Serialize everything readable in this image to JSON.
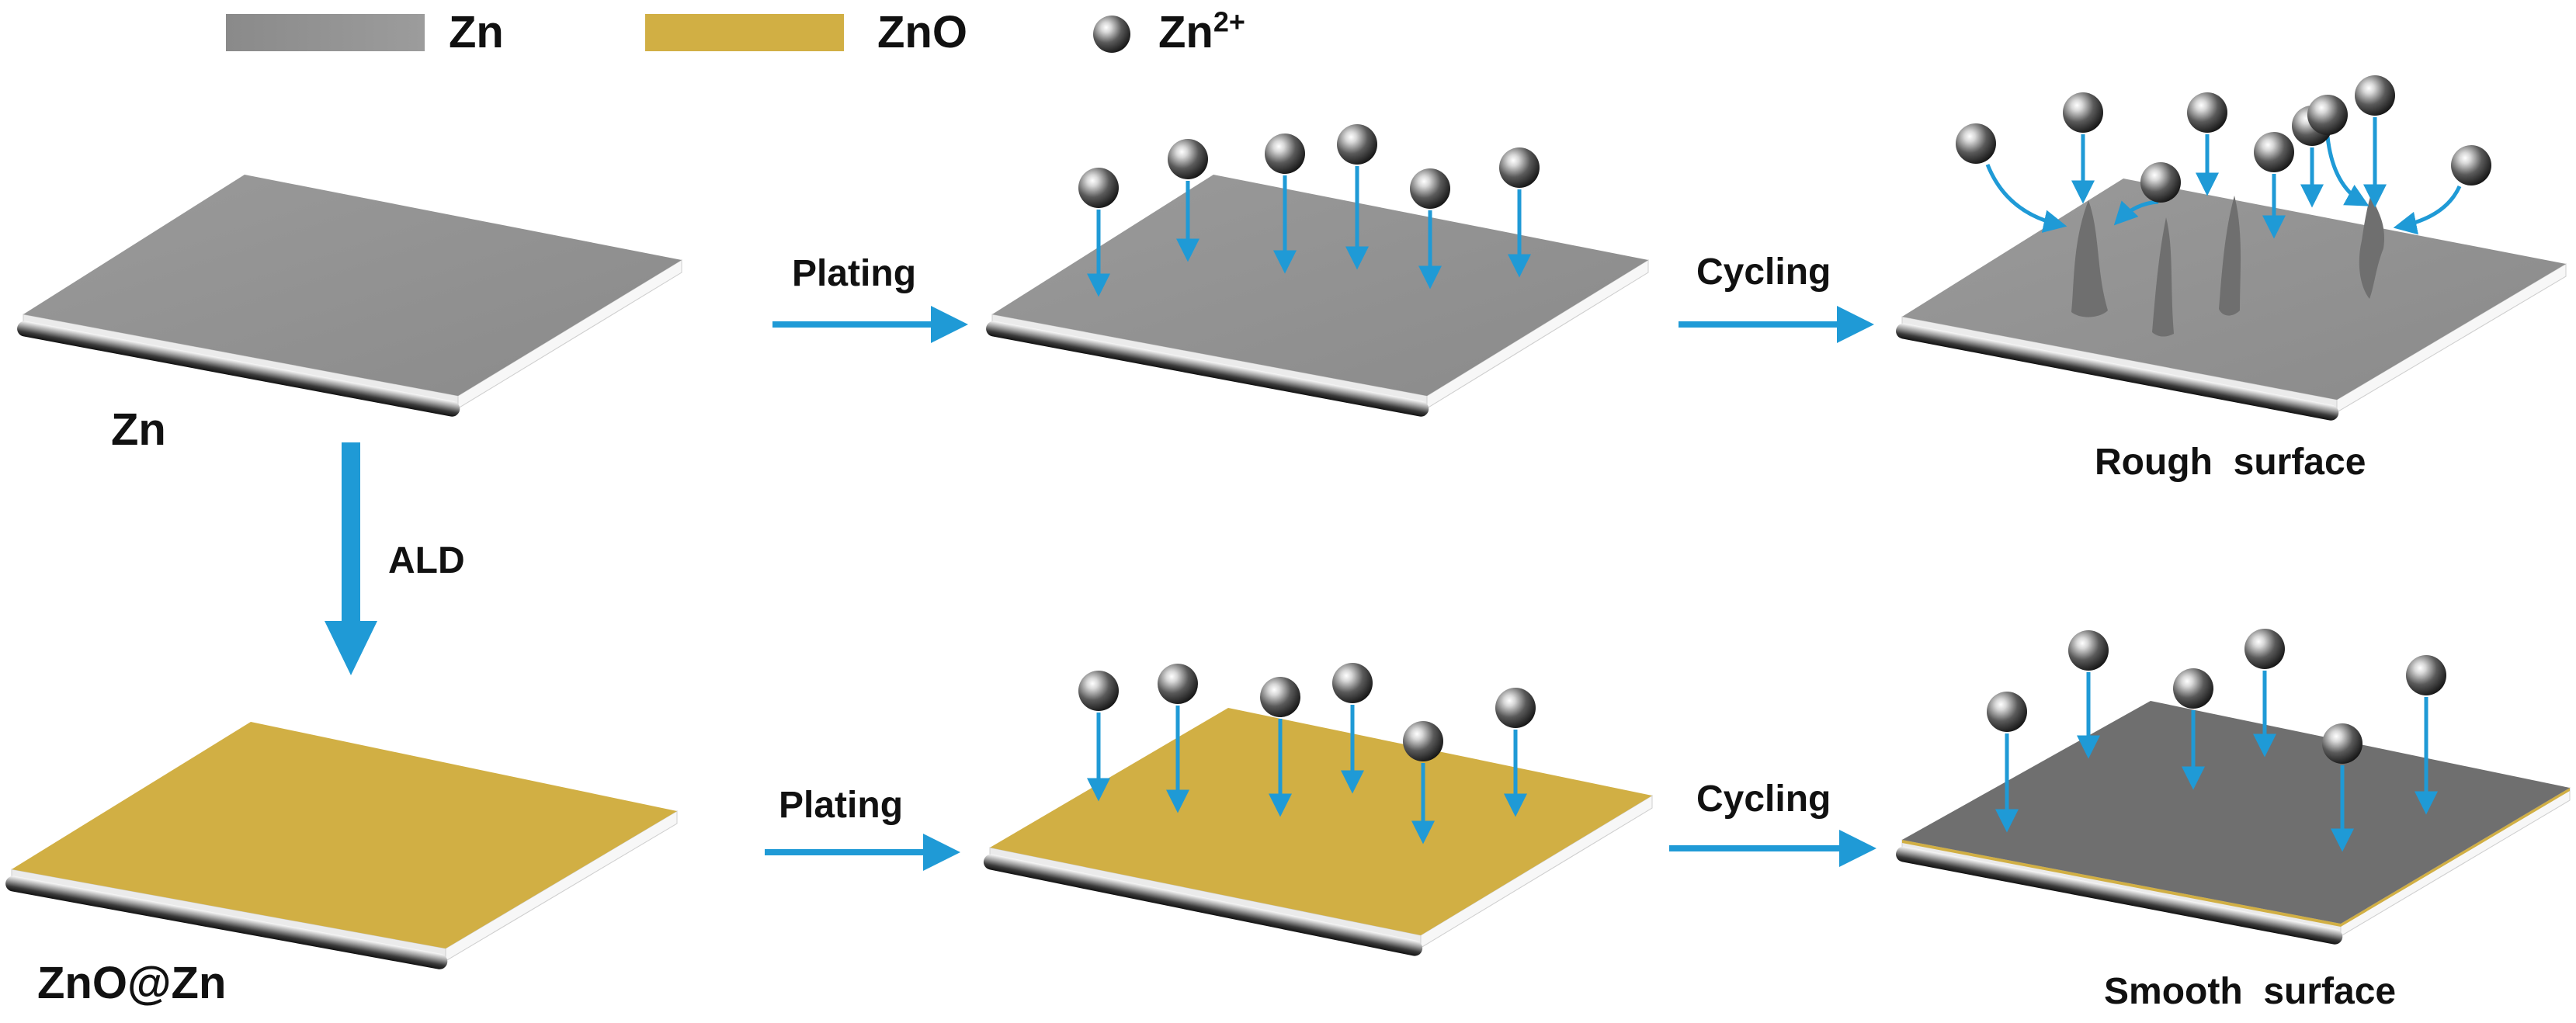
{
  "legend": [
    {
      "key": "zn",
      "label": "Zn",
      "color": "#8c8c8c"
    },
    {
      "key": "zno",
      "label": "ZnO",
      "color": "#d1af44"
    },
    {
      "key": "ion",
      "label": "Zn",
      "superscript": "2+"
    }
  ],
  "labels": {
    "zn_substrate": "Zn",
    "ald": "ALD",
    "zno_substrate": "ZnO@Zn",
    "plating_top": "Plating",
    "plating_bottom": "Plating",
    "cycling_top": "Cycling",
    "cycling_bottom": "Cycling",
    "rough": "Rough  surface",
    "smooth": "Smooth  surface"
  },
  "colors": {
    "arrow": "#1f9ad6",
    "zn_surface": "#929292",
    "zn_plated": "#6f6f6f",
    "zno_surface": "#d1af44",
    "edge": "#f2f2f2"
  },
  "icons": {
    "ion": "zn-ion-sphere-icon",
    "dendrite": "zinc-dendrite-icon"
  }
}
